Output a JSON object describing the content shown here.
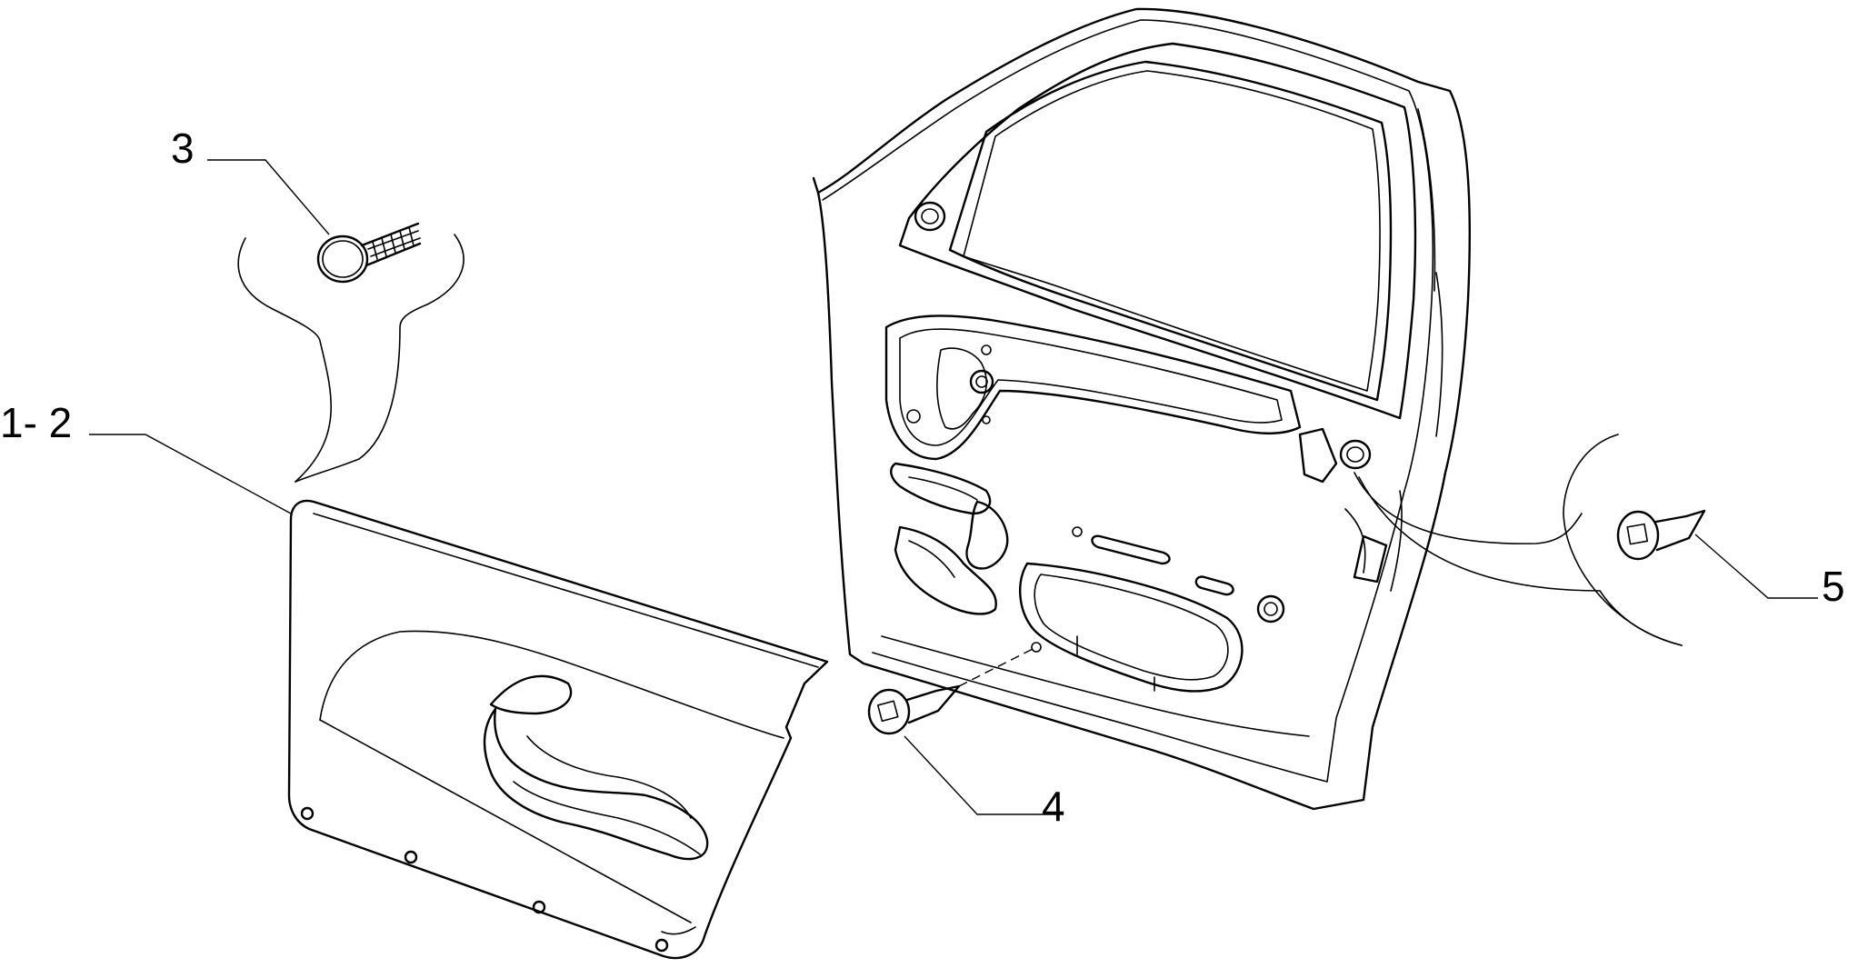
{
  "callouts": {
    "part_3": "3",
    "part_1_2": "1- 2",
    "part_4": "4",
    "part_5": "5"
  }
}
